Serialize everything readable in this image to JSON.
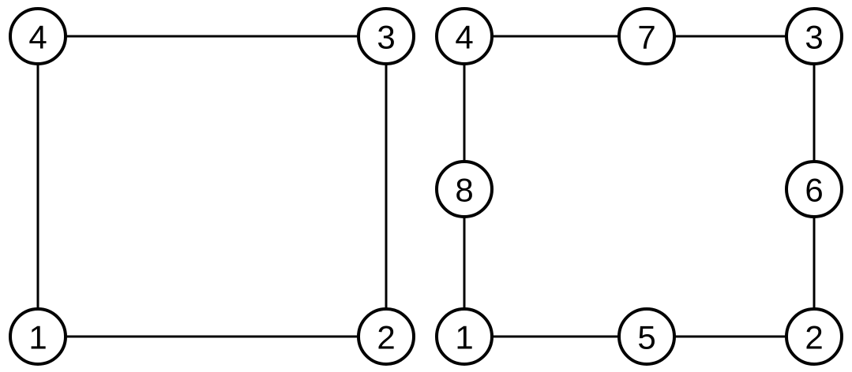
{
  "colors": {
    "background": "#ffffff",
    "stroke": "#000000",
    "text": "#000000"
  },
  "graphs": [
    {
      "nodes": [
        {
          "id": "a1",
          "label": "1"
        },
        {
          "id": "a2",
          "label": "2"
        },
        {
          "id": "a3",
          "label": "3"
        },
        {
          "id": "a4",
          "label": "4"
        }
      ],
      "edges": [
        [
          "a4",
          "a3"
        ],
        [
          "a4",
          "a1"
        ],
        [
          "a3",
          "a2"
        ],
        [
          "a1",
          "a2"
        ]
      ]
    },
    {
      "nodes": [
        {
          "id": "b1",
          "label": "1"
        },
        {
          "id": "b2",
          "label": "2"
        },
        {
          "id": "b3",
          "label": "3"
        },
        {
          "id": "b4",
          "label": "4"
        },
        {
          "id": "b5",
          "label": "5"
        },
        {
          "id": "b6",
          "label": "6"
        },
        {
          "id": "b7",
          "label": "7"
        },
        {
          "id": "b8",
          "label": "8"
        }
      ],
      "edges": [
        [
          "b4",
          "b7"
        ],
        [
          "b7",
          "b3"
        ],
        [
          "b4",
          "b8"
        ],
        [
          "b8",
          "b1"
        ],
        [
          "b3",
          "b6"
        ],
        [
          "b6",
          "b2"
        ],
        [
          "b1",
          "b5"
        ],
        [
          "b5",
          "b2"
        ]
      ]
    }
  ]
}
